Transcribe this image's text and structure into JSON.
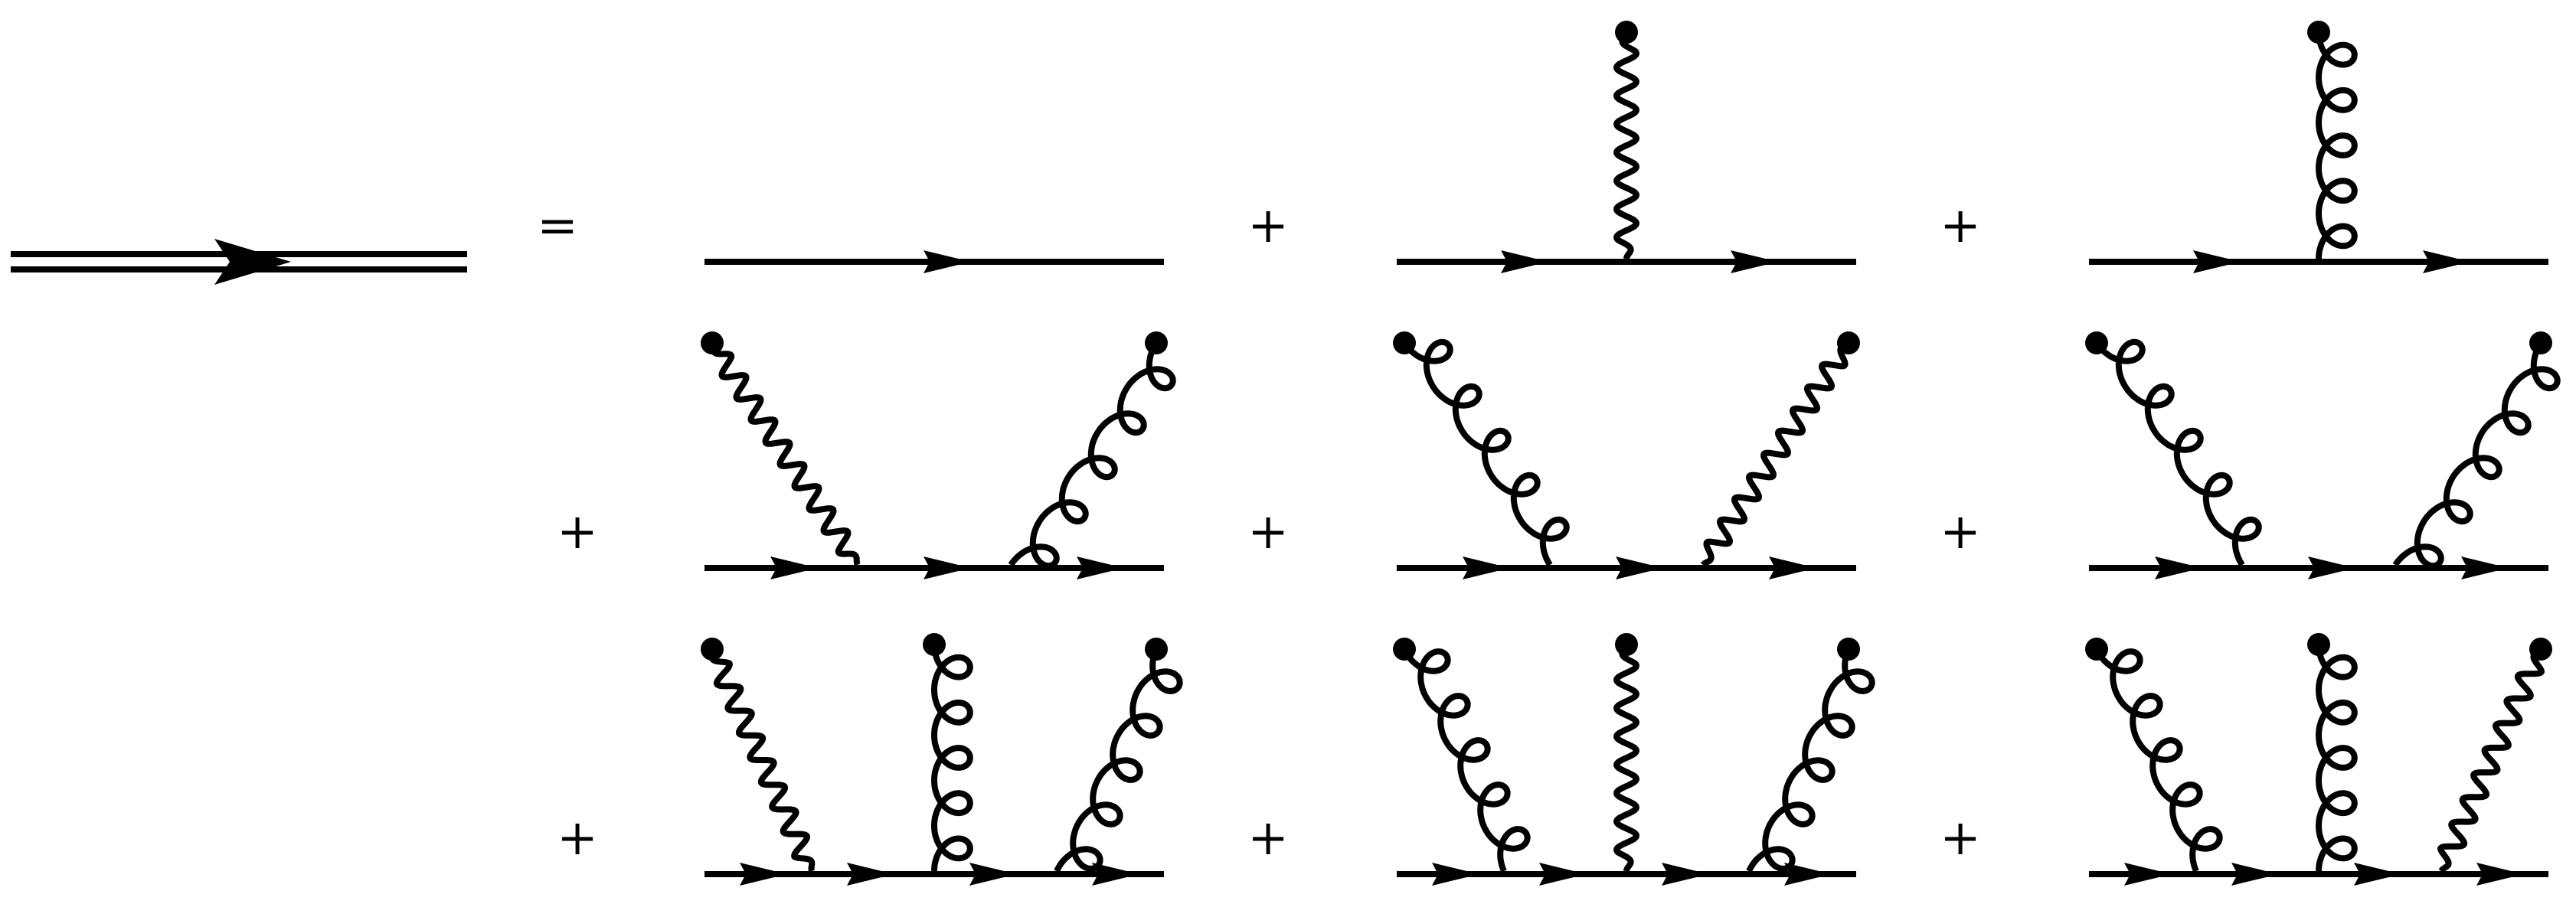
{
  "symbols": {
    "equals": "=",
    "plus": "+"
  },
  "colors": {
    "ink": "#000000",
    "background": "#ffffff"
  },
  "diagram": {
    "lhs": {
      "kind": "dressed-propagator"
    },
    "terms": [
      {
        "order": 0,
        "attachments": []
      },
      {
        "order": 1,
        "attachments": [
          "photon"
        ]
      },
      {
        "order": 1,
        "attachments": [
          "gluon"
        ]
      },
      {
        "order": 2,
        "attachments": [
          "photon",
          "gluon"
        ]
      },
      {
        "order": 2,
        "attachments": [
          "gluon",
          "photon"
        ]
      },
      {
        "order": 2,
        "attachments": [
          "gluon",
          "gluon"
        ]
      },
      {
        "order": 3,
        "attachments": [
          "photon",
          "gluon",
          "gluon"
        ]
      },
      {
        "order": 3,
        "attachments": [
          "gluon",
          "photon",
          "gluon"
        ]
      },
      {
        "order": 3,
        "attachments": [
          "gluon",
          "gluon",
          "photon"
        ]
      }
    ]
  }
}
